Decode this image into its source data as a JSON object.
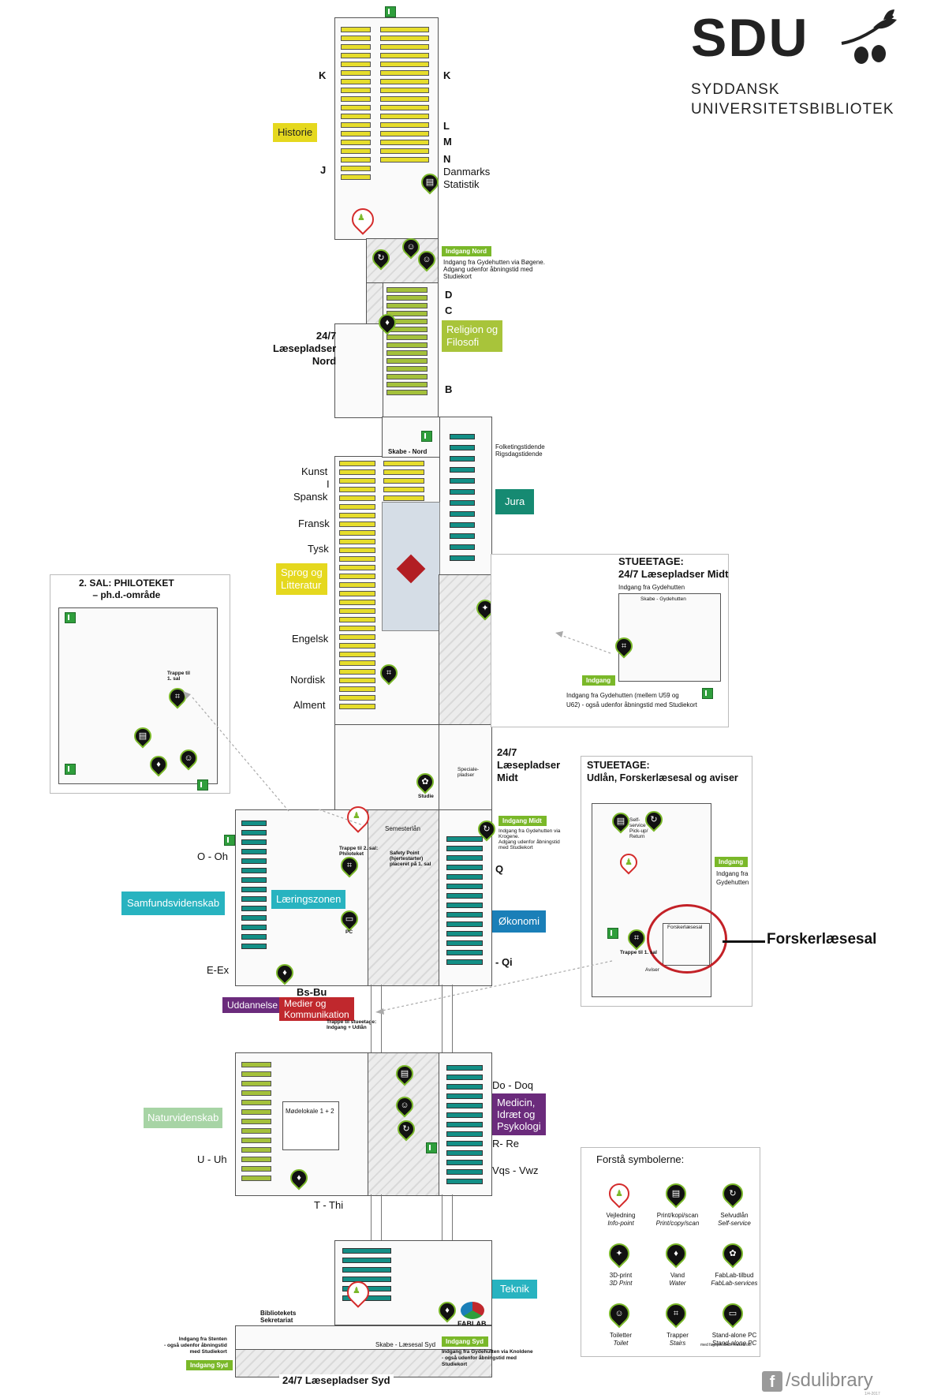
{
  "brand": {
    "logo": "SDU",
    "line1": "SYDDANSK",
    "line2": "UNIVERSITETSBIBLIOTEK"
  },
  "sections": {
    "historie": "Historie",
    "religion": "Religion og\nFilosofi",
    "jura": "Jura",
    "sprog": "Sprog og\nLitteratur",
    "samfund": "Samfundsvidenskab",
    "laering": "Læringszonen",
    "okonomi": "Økonomi",
    "uddannelse": "Uddannelse",
    "medier": "Medier og\nKommunikation",
    "natur": "Naturvidenskab",
    "medicin": "Medicin,\nIdræt og\nPsykologi",
    "teknik": "Teknik"
  },
  "section_colors": {
    "historie": "#e5d81e",
    "religion": "#a8c43a",
    "jura": "#168a72",
    "sprog": "#e5d81e",
    "samfund": "#28b3c0",
    "laering": "#28b3c0",
    "okonomi": "#1a7fb8",
    "uddannelse": "#6b2b7c",
    "medier": "#c0282d",
    "natur": "#a7d4a5",
    "medicin": "#6b2b7c",
    "teknik": "#28b3c0"
  },
  "letters": {
    "k_left": "K",
    "k_right": "K",
    "j": "J",
    "l": "L",
    "m": "M",
    "n": "N",
    "danmarks": "Danmarks",
    "statistik": "Statistik",
    "d": "D",
    "c": "C",
    "b": "B",
    "kunst": "Kunst",
    "i": "I",
    "spansk": "Spansk",
    "fransk": "Fransk",
    "tysk": "Tysk",
    "engelsk": "Engelsk",
    "nordisk": "Nordisk",
    "alment": "Alment",
    "o_oh": "O - Oh",
    "e_ex": "E-Ex",
    "bs_bu": "Bs-Bu",
    "q": "Q",
    "qi": "- Qi",
    "do_doq": "Do - Doq",
    "r_re": "R- Re",
    "vqs_vwz": "Vqs - Vwz",
    "u_uh": "U - Uh",
    "t_thi": "T - Thi"
  },
  "areas": {
    "nord_247": "24/7\nLæsepladser\nNord",
    "midt_247": "24/7\nLæsepladser\nMidt",
    "syd_247": "24/7 Læsepladser Syd",
    "skabe_nord": "Skabe - Nord",
    "skabe_syd": "Skabe - Læsesal Syd",
    "folketing": "Folketingstidende\nRigsdagstidende",
    "semesterlan": "Semesterlån",
    "safety": "Safety Point\n(hjertestarter)\nplaceret på 1. sal",
    "trappe_2sal": "Trappe til 2. sal:\nPhiloteket",
    "trappe_stue": "Trappe til stueetage:\nIndgang + Udlån",
    "modelokale": "Mødelokale 1 + 2",
    "bibliotekets": "Bibliotekets\nSekretariat",
    "studie": "Studie",
    "speciale": "Speciale-\npladser",
    "pc": "PC",
    "fablab": "FABLAB"
  },
  "entrances": {
    "nord_label": "Indgang Nord",
    "nord_desc": "Indgang fra Gydehutten via Bøgene.\nAdgang udenfor åbningstid med\nStudiekort",
    "midt_label": "Indgang Midt",
    "midt_desc": "Indgang fra Gydehutten via\nKrogene.\nAdgang udenfor åbningstid\nmed Studiekort",
    "syd_label": "Indgang Syd",
    "syd_left_desc": "Indgang fra Stenten\n- også udenfor åbningstid\nmed Studiekort",
    "syd_right_desc": "Indgang fra Gydehutten via Knoldene\n- også udenfor åbningstid med\nStudiekort"
  },
  "philoteket": {
    "title": "2. SAL: PHILOTEKET\n– ph.d.-område",
    "trappe": "Trappe til\n1. sal"
  },
  "stueetage_midt": {
    "title": "STUEETAGE:\n24/7 Læsepladser Midt",
    "indgang_from": "Indgang fra Gydehutten",
    "skabe": "Skabe - Gydehutten",
    "indgang": "Indgang",
    "desc": "Indgang fra Gydehutten (mellem U59 og\nU62) - også udenfor åbningstid med Studiekort"
  },
  "stueetage_udlan": {
    "title": "STUEETAGE:\nUdlån, Forskerlæsesal og aviser",
    "indgang": "Indgang",
    "indgang_desc": "Indgang fra\nGydehutten",
    "forskerlaesesal_inner": "Forskerlæsesal",
    "trappe": "Trappe til 1. sal",
    "aviser": "Aviser",
    "self": "Self-\nservice\nPick-up/\nReturn",
    "callout": "Forskerlæsesal"
  },
  "legend": {
    "title": "Forstå symbolerne:",
    "items": [
      {
        "icon": "info-point-icon",
        "da": "Vejledning",
        "en": "Info-point"
      },
      {
        "icon": "print-icon",
        "da": "Print/kopi/scan",
        "en": "Print/copy/scan"
      },
      {
        "icon": "self-service-icon",
        "da": "Selvudlån",
        "en": "Self-service"
      },
      {
        "icon": "3d-print-icon",
        "da": "3D-print",
        "en": "3D Print"
      },
      {
        "icon": "water-icon",
        "da": "Vand",
        "en": "Water"
      },
      {
        "icon": "fablab-icon",
        "da": "FabLab-tilbud",
        "en": "FabLab-services"
      },
      {
        "icon": "toilet-icon",
        "da": "Toiletter",
        "en": "Toilet"
      },
      {
        "icon": "stairs-icon",
        "da": "Trapper",
        "en": "Stairs"
      },
      {
        "icon": "standalone-pc-icon",
        "da": "Stand-alone PC",
        "en": "Stand-alone PC"
      }
    ],
    "pc_note": "med fagspecifikke ressourcer"
  },
  "social": {
    "handle": "/sdulibrary",
    "date": "1/4-2017"
  }
}
